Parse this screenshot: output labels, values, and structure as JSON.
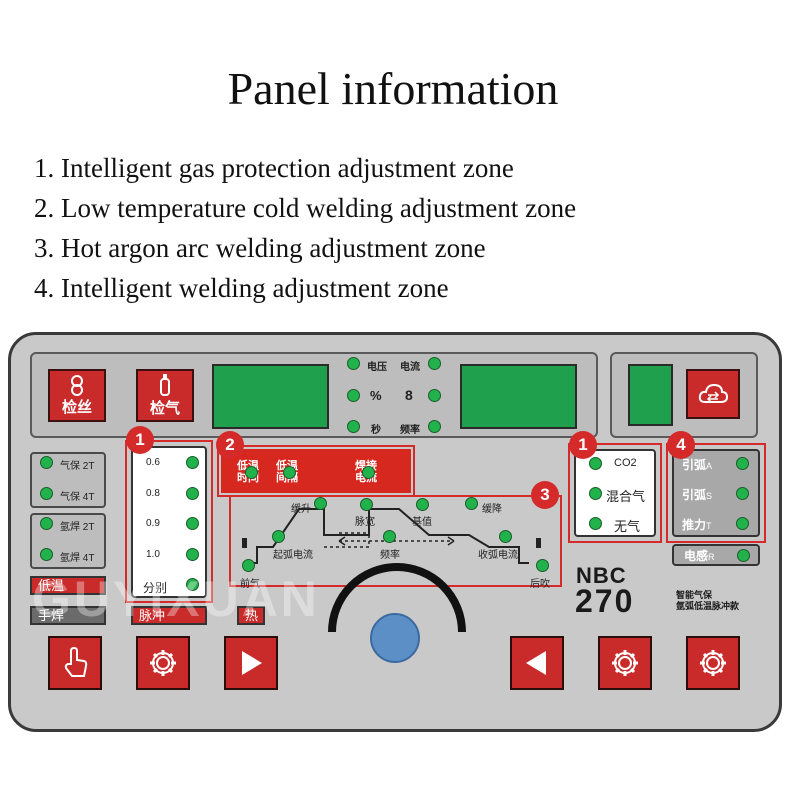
{
  "heading": "Panel information",
  "zones": [
    "1. Intelligent gas protection adjustment zone",
    "2. Low temperature cold welding adjustment zone",
    "3. Hot argon arc welding adjustment zone",
    "4. Intelligent welding adjustment zone"
  ],
  "panel": {
    "wire_check": "检丝",
    "gas_check": "检气",
    "meter_labels": {
      "voltage": "电压",
      "current": "电流",
      "percent": "%",
      "inductance_symbol": "8",
      "seconds": "秒",
      "frequency": "频率"
    },
    "zone_badges": [
      "1",
      "2",
      "3",
      "1",
      "4"
    ],
    "mig_modes": [
      "气保 2T",
      "气保 4T"
    ],
    "tig_modes": [
      "氩焊 2T",
      "氩焊 4T"
    ],
    "low_temp": "低温",
    "hand_weld": "手焊",
    "pulse": "脉冲",
    "hot": "热",
    "wire_sizes": [
      "0.6",
      "0.8",
      "0.9",
      "1.0",
      "分别"
    ],
    "cold_weld": {
      "low_temp_time": [
        "低温",
        "时间"
      ],
      "low_temp_interval": [
        "低温",
        "间隔"
      ],
      "weld_current": [
        "焊接",
        "电流"
      ]
    },
    "tig_curve": {
      "slow_rise": "缓升",
      "pulse_width": "脉宽",
      "base_value": "基值",
      "slow_fall": "缓降",
      "start_current": "起弧电流",
      "frequency": "频率",
      "crater_current": "收弧电流",
      "pre_flow": "前气",
      "post_flow": "后吹"
    },
    "gas_types": [
      "CO2",
      "混合气",
      "无气"
    ],
    "arc_settings": [
      {
        "label": "引弧",
        "suffix": "A"
      },
      {
        "label": "引弧",
        "suffix": "S"
      },
      {
        "label": "推力",
        "suffix": "T"
      }
    ],
    "inductance": {
      "label": "电感",
      "suffix": "R"
    },
    "model": "NBC",
    "model_number": "270",
    "model_desc": [
      "智能气保",
      "氩弧低温脉冲款"
    ]
  },
  "watermark": "GUYIXUAN",
  "colors": {
    "red": "#c92a2a",
    "green": "#22b24c",
    "panel": "#c9c9c9",
    "badge": "#d42a2a"
  }
}
